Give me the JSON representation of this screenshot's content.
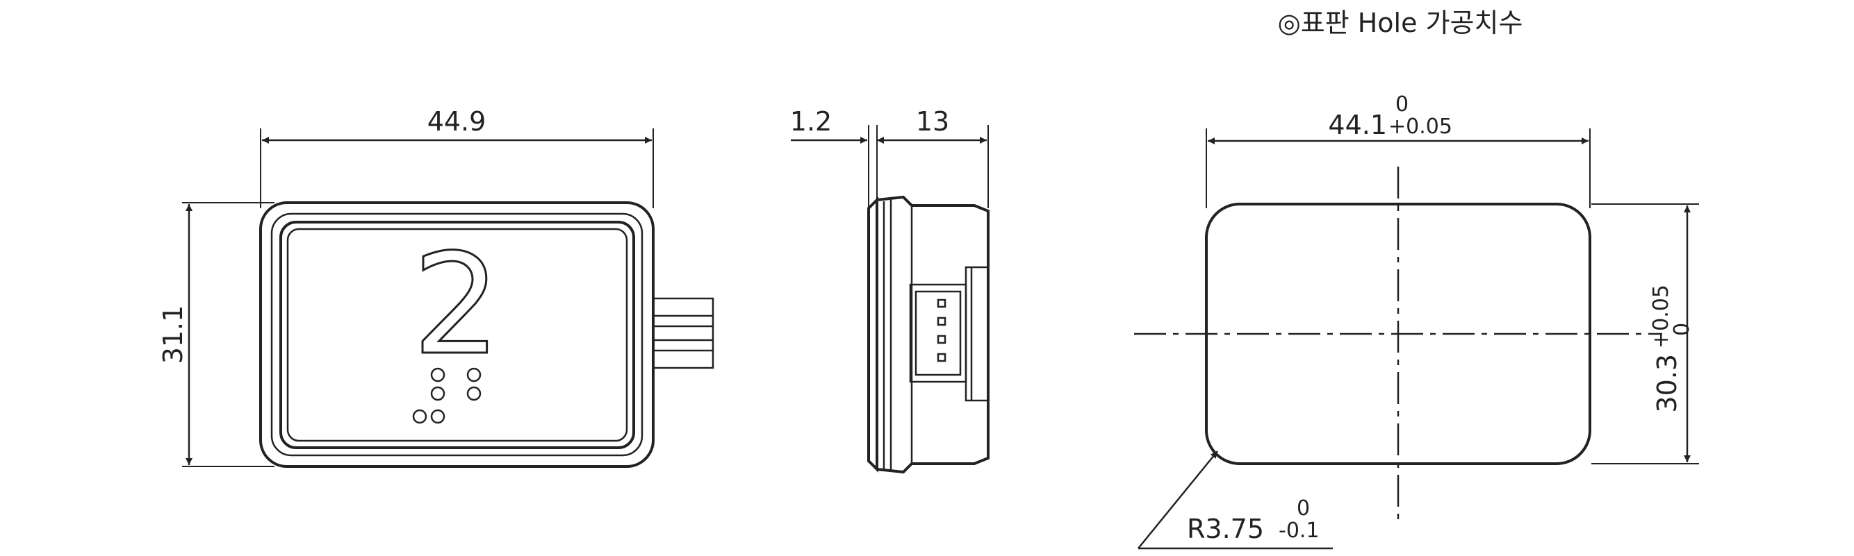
{
  "title": "◎표판 Hole 가공치수",
  "front_view": {
    "width_label": "44.9",
    "height_label": "31.1",
    "button_numeral": "2"
  },
  "side_view": {
    "bezel_label": "1.2",
    "depth_label": "13"
  },
  "hole_view": {
    "width_main": "44.1",
    "width_tol_upper": "0",
    "width_tol_lower": "+0.05",
    "height_main": "30.3",
    "height_tol_upper": "+0.05",
    "height_tol_lower": "0",
    "radius_main": "R3.75",
    "radius_tol_upper": "0",
    "radius_tol_lower": "-0.1"
  }
}
